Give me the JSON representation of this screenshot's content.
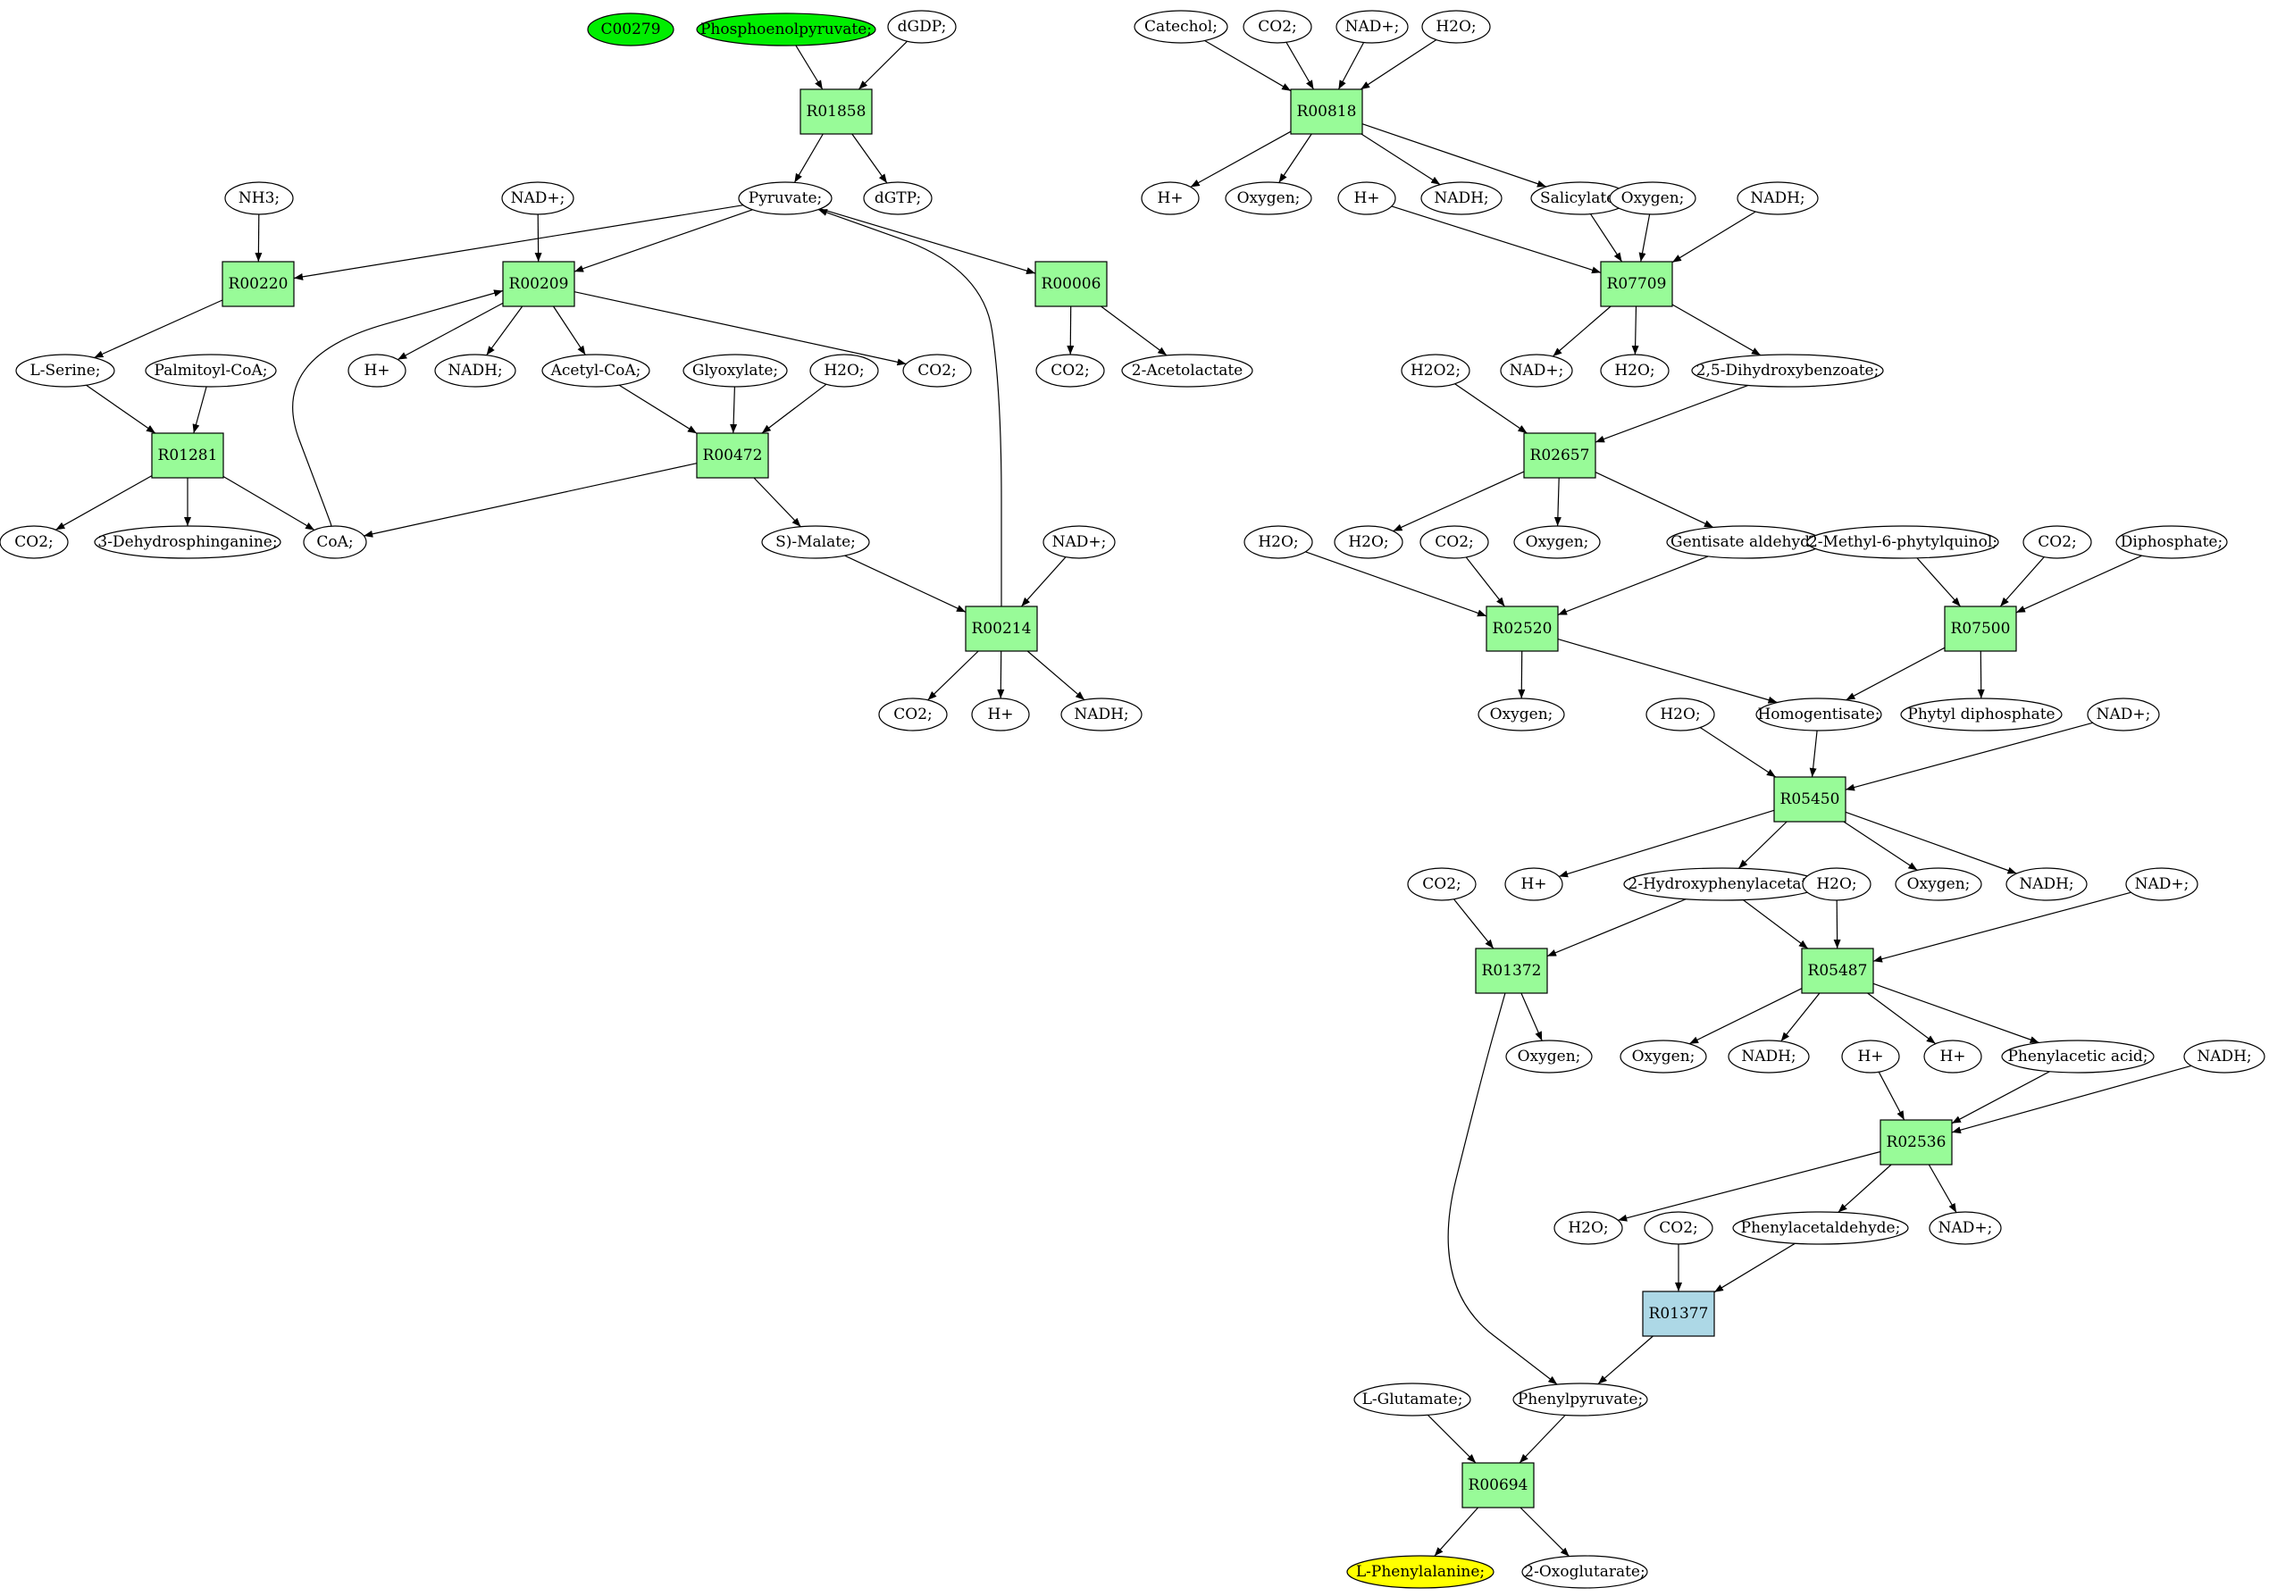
{
  "colors": {
    "compound_default": "#ffffff",
    "compound_source": "#00ee00",
    "compound_target": "#ffff00",
    "reaction_default": "#98fb98",
    "reaction_highlight": "#add8e6"
  },
  "compounds": [
    {
      "id": "c_C00279",
      "label": "C00279",
      "status": "source"
    },
    {
      "id": "c_pep",
      "label": "Phosphoenolpyruvate;",
      "status": "source"
    },
    {
      "id": "c_dgdp",
      "label": "dGDP;"
    },
    {
      "id": "c_pyruvate",
      "label": "Pyruvate;"
    },
    {
      "id": "c_dgtp",
      "label": "dGTP;"
    },
    {
      "id": "c_nh3",
      "label": "NH3;"
    },
    {
      "id": "c_nad_1",
      "label": "NAD+;"
    },
    {
      "id": "c_lserine",
      "label": "L-Serine;"
    },
    {
      "id": "c_palmitoylcoa",
      "label": "Palmitoyl-CoA;"
    },
    {
      "id": "c_h_1",
      "label": "H+"
    },
    {
      "id": "c_nadh_1",
      "label": "NADH;"
    },
    {
      "id": "c_acetylcoa",
      "label": "Acetyl-CoA;"
    },
    {
      "id": "c_glyoxylate",
      "label": "Glyoxylate;"
    },
    {
      "id": "c_h2o_1",
      "label": "H2O;"
    },
    {
      "id": "c_co2_1",
      "label": "CO2;"
    },
    {
      "id": "c_co2_2",
      "label": "CO2;"
    },
    {
      "id": "c_acetolactate",
      "label": "2-Acetolactate"
    },
    {
      "id": "c_co2_3",
      "label": "CO2;"
    },
    {
      "id": "c_dehydrosphinganine",
      "label": "3-Dehydrosphinganine;"
    },
    {
      "id": "c_coa",
      "label": "CoA;"
    },
    {
      "id": "c_smalate",
      "label": "S)-Malate;"
    },
    {
      "id": "c_nad_2",
      "label": "NAD+;"
    },
    {
      "id": "c_co2_4",
      "label": "CO2;"
    },
    {
      "id": "c_h_2",
      "label": "H+"
    },
    {
      "id": "c_nadh_2",
      "label": "NADH;"
    },
    {
      "id": "c_catechol",
      "label": "Catechol;"
    },
    {
      "id": "c_co2_5",
      "label": "CO2;"
    },
    {
      "id": "c_nad_3",
      "label": "NAD+;"
    },
    {
      "id": "c_h2o_2",
      "label": "H2O;"
    },
    {
      "id": "c_h_3",
      "label": "H+"
    },
    {
      "id": "c_oxygen_1",
      "label": "Oxygen;"
    },
    {
      "id": "c_h_4",
      "label": "H+"
    },
    {
      "id": "c_nadh_3",
      "label": "NADH;"
    },
    {
      "id": "c_salicylate",
      "label": "Salicylate;"
    },
    {
      "id": "c_oxygen_2",
      "label": "Oxygen;"
    },
    {
      "id": "c_nadh_4",
      "label": "NADH;"
    },
    {
      "id": "c_h2o2",
      "label": "H2O2;"
    },
    {
      "id": "c_nad_4",
      "label": "NAD+;"
    },
    {
      "id": "c_h2o_3",
      "label": "H2O;"
    },
    {
      "id": "c_dihydroxybenzoate",
      "label": "2,5-Dihydroxybenzoate;"
    },
    {
      "id": "c_h2o_4",
      "label": "H2O;"
    },
    {
      "id": "c_h2o_5",
      "label": "H2O;"
    },
    {
      "id": "c_co2_6",
      "label": "CO2;"
    },
    {
      "id": "c_oxygen_3",
      "label": "Oxygen;"
    },
    {
      "id": "c_gentisatealdehyde",
      "label": "Gentisate aldehyde"
    },
    {
      "id": "c_methylphytylquinol",
      "label": "2-Methyl-6-phytylquinol;"
    },
    {
      "id": "c_co2_7",
      "label": "CO2;"
    },
    {
      "id": "c_diphosphate",
      "label": "Diphosphate;"
    },
    {
      "id": "c_oxygen_4",
      "label": "Oxygen;"
    },
    {
      "id": "c_h2o_6",
      "label": "H2O;"
    },
    {
      "id": "c_homogentisate",
      "label": "Homogentisate;"
    },
    {
      "id": "c_phytyldiphosphate",
      "label": "Phytyl diphosphate"
    },
    {
      "id": "c_nad_5",
      "label": "NAD+;"
    },
    {
      "id": "c_co2_8",
      "label": "CO2;"
    },
    {
      "id": "c_h_5",
      "label": "H+"
    },
    {
      "id": "c_hydroxyphenylacetate",
      "label": "2-Hydroxyphenylacetate"
    },
    {
      "id": "c_h2o_7",
      "label": "H2O;"
    },
    {
      "id": "c_oxygen_5",
      "label": "Oxygen;"
    },
    {
      "id": "c_nadh_5",
      "label": "NADH;"
    },
    {
      "id": "c_nad_6",
      "label": "NAD+;"
    },
    {
      "id": "c_oxygen_6",
      "label": "Oxygen;"
    },
    {
      "id": "c_oxygen_7",
      "label": "Oxygen;"
    },
    {
      "id": "c_nadh_6",
      "label": "NADH;"
    },
    {
      "id": "c_h_6",
      "label": "H+"
    },
    {
      "id": "c_h_7",
      "label": "H+"
    },
    {
      "id": "c_phenylaceticacid",
      "label": "Phenylacetic acid;"
    },
    {
      "id": "c_nadh_7",
      "label": "NADH;"
    },
    {
      "id": "c_h2o_8",
      "label": "H2O;"
    },
    {
      "id": "c_co2_9",
      "label": "CO2;"
    },
    {
      "id": "c_phenylacetaldehyde",
      "label": "Phenylacetaldehyde;"
    },
    {
      "id": "c_nad_7",
      "label": "NAD+;"
    },
    {
      "id": "c_lglutamate",
      "label": "L-Glutamate;"
    },
    {
      "id": "c_phenylpyruvate",
      "label": "Phenylpyruvate;"
    },
    {
      "id": "c_lphenylalanine",
      "label": "L-Phenylalanine;",
      "status": "target"
    },
    {
      "id": "c_oxoglutarate",
      "label": "2-Oxoglutarate;"
    }
  ],
  "reactions": [
    {
      "id": "r_R01858",
      "label": "R01858"
    },
    {
      "id": "r_R00220",
      "label": "R00220"
    },
    {
      "id": "r_R00209",
      "label": "R00209"
    },
    {
      "id": "r_R00006",
      "label": "R00006"
    },
    {
      "id": "r_R01281",
      "label": "R01281"
    },
    {
      "id": "r_R00472",
      "label": "R00472"
    },
    {
      "id": "r_R00214",
      "label": "R00214"
    },
    {
      "id": "r_R00818",
      "label": "R00818"
    },
    {
      "id": "r_R07709",
      "label": "R07709"
    },
    {
      "id": "r_R02657",
      "label": "R02657"
    },
    {
      "id": "r_R02520",
      "label": "R02520"
    },
    {
      "id": "r_R07500",
      "label": "R07500"
    },
    {
      "id": "r_R05450",
      "label": "R05450"
    },
    {
      "id": "r_R01372",
      "label": "R01372"
    },
    {
      "id": "r_R05487",
      "label": "R05487"
    },
    {
      "id": "r_R02536",
      "label": "R02536"
    },
    {
      "id": "r_R01377",
      "label": "R01377",
      "status": "highlight"
    },
    {
      "id": "r_R00694",
      "label": "R00694"
    }
  ],
  "edges": [
    [
      "c_pep",
      "r_R01858"
    ],
    [
      "c_dgdp",
      "r_R01858"
    ],
    [
      "r_R01858",
      "c_pyruvate"
    ],
    [
      "r_R01858",
      "c_dgtp"
    ],
    [
      "c_nh3",
      "r_R00220"
    ],
    [
      "c_pyruvate",
      "r_R00220"
    ],
    [
      "c_nad_1",
      "r_R00209"
    ],
    [
      "c_pyruvate",
      "r_R00209"
    ],
    [
      "c_coa",
      "r_R00209"
    ],
    [
      "c_pyruvate",
      "r_R00006"
    ],
    [
      "r_R00220",
      "c_lserine"
    ],
    [
      "r_R00209",
      "c_h_1"
    ],
    [
      "r_R00209",
      "c_nadh_1"
    ],
    [
      "r_R00209",
      "c_acetylcoa"
    ],
    [
      "r_R00209",
      "c_co2_1"
    ],
    [
      "r_R00006",
      "c_co2_2"
    ],
    [
      "r_R00006",
      "c_acetolactate"
    ],
    [
      "c_lserine",
      "r_R01281"
    ],
    [
      "c_palmitoylcoa",
      "r_R01281"
    ],
    [
      "r_R01281",
      "c_co2_3"
    ],
    [
      "r_R01281",
      "c_dehydrosphinganine"
    ],
    [
      "r_R01281",
      "c_coa"
    ],
    [
      "c_acetylcoa",
      "r_R00472"
    ],
    [
      "c_glyoxylate",
      "r_R00472"
    ],
    [
      "c_h2o_1",
      "r_R00472"
    ],
    [
      "r_R00472",
      "c_coa"
    ],
    [
      "r_R00472",
      "c_smalate"
    ],
    [
      "c_smalate",
      "r_R00214"
    ],
    [
      "c_nad_2",
      "r_R00214"
    ],
    [
      "r_R00214",
      "c_pyruvate"
    ],
    [
      "r_R00214",
      "c_co2_4"
    ],
    [
      "r_R00214",
      "c_h_2"
    ],
    [
      "r_R00214",
      "c_nadh_2"
    ],
    [
      "c_catechol",
      "r_R00818"
    ],
    [
      "c_co2_5",
      "r_R00818"
    ],
    [
      "c_nad_3",
      "r_R00818"
    ],
    [
      "c_h2o_2",
      "r_R00818"
    ],
    [
      "r_R00818",
      "c_h_3"
    ],
    [
      "r_R00818",
      "c_oxygen_1"
    ],
    [
      "r_R00818",
      "c_nadh_3"
    ],
    [
      "r_R00818",
      "c_salicylate"
    ],
    [
      "c_h_4",
      "r_R07709"
    ],
    [
      "c_salicylate",
      "r_R07709"
    ],
    [
      "c_oxygen_2",
      "r_R07709"
    ],
    [
      "c_nadh_4",
      "r_R07709"
    ],
    [
      "r_R07709",
      "c_nad_4"
    ],
    [
      "r_R07709",
      "c_h2o_3"
    ],
    [
      "r_R07709",
      "c_dihydroxybenzoate"
    ],
    [
      "c_h2o2",
      "r_R02657"
    ],
    [
      "c_dihydroxybenzoate",
      "r_R02657"
    ],
    [
      "r_R02657",
      "c_h2o_5"
    ],
    [
      "r_R02657",
      "c_oxygen_3"
    ],
    [
      "r_R02657",
      "c_gentisatealdehyde"
    ],
    [
      "c_h2o_4",
      "r_R02520"
    ],
    [
      "c_co2_6",
      "r_R02520"
    ],
    [
      "c_gentisatealdehyde",
      "r_R02520"
    ],
    [
      "r_R02520",
      "c_oxygen_4"
    ],
    [
      "r_R02520",
      "c_homogentisate"
    ],
    [
      "c_methylphytylquinol",
      "r_R07500"
    ],
    [
      "c_co2_7",
      "r_R07500"
    ],
    [
      "c_diphosphate",
      "r_R07500"
    ],
    [
      "r_R07500",
      "c_homogentisate"
    ],
    [
      "r_R07500",
      "c_phytyldiphosphate"
    ],
    [
      "c_h2o_6",
      "r_R05450"
    ],
    [
      "c_homogentisate",
      "r_R05450"
    ],
    [
      "c_nad_5",
      "r_R05450"
    ],
    [
      "r_R05450",
      "c_h_5"
    ],
    [
      "r_R05450",
      "c_hydroxyphenylacetate"
    ],
    [
      "r_R05450",
      "c_oxygen_5"
    ],
    [
      "r_R05450",
      "c_nadh_5"
    ],
    [
      "c_co2_8",
      "r_R01372"
    ],
    [
      "c_hydroxyphenylacetate",
      "r_R01372"
    ],
    [
      "r_R01372",
      "c_oxygen_6"
    ],
    [
      "r_R01372",
      "c_phenylpyruvate"
    ],
    [
      "c_hydroxyphenylacetate",
      "r_R05487"
    ],
    [
      "c_h2o_7",
      "r_R05487"
    ],
    [
      "c_nad_6",
      "r_R05487"
    ],
    [
      "r_R05487",
      "c_oxygen_7"
    ],
    [
      "r_R05487",
      "c_nadh_6"
    ],
    [
      "r_R05487",
      "c_h_7"
    ],
    [
      "r_R05487",
      "c_phenylaceticacid"
    ],
    [
      "c_h_6",
      "r_R02536"
    ],
    [
      "c_phenylaceticacid",
      "r_R02536"
    ],
    [
      "c_nadh_7",
      "r_R02536"
    ],
    [
      "r_R02536",
      "c_h2o_8"
    ],
    [
      "r_R02536",
      "c_phenylacetaldehyde"
    ],
    [
      "r_R02536",
      "c_nad_7"
    ],
    [
      "c_co2_9",
      "r_R01377"
    ],
    [
      "c_phenylacetaldehyde",
      "r_R01377"
    ],
    [
      "r_R01377",
      "c_phenylpyruvate"
    ],
    [
      "c_lglutamate",
      "r_R00694"
    ],
    [
      "c_phenylpyruvate",
      "r_R00694"
    ],
    [
      "r_R00694",
      "c_lphenylalanine"
    ],
    [
      "r_R00694",
      "c_oxoglutarate"
    ]
  ]
}
